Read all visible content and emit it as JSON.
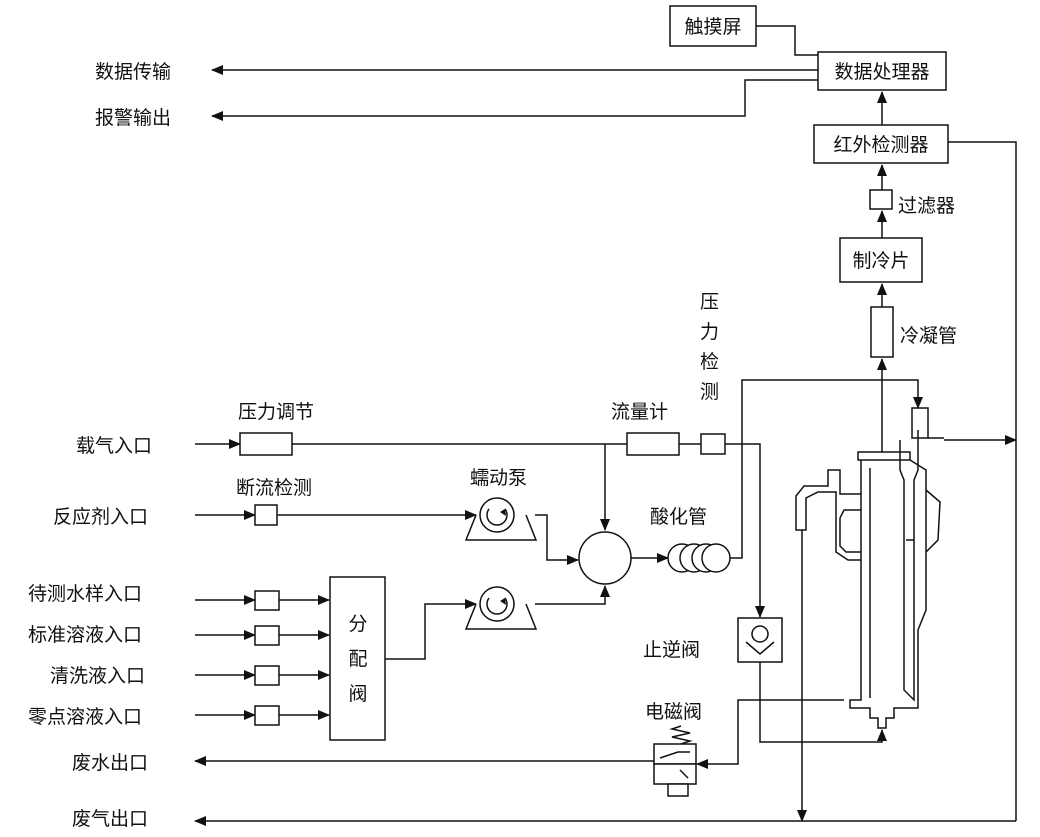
{
  "labels": {
    "touchscreen": "触摸屏",
    "data_processor": "数据处理器",
    "data_transmission": "数据传输",
    "alarm_output": "报警输出",
    "ir_detector": "红外检测器",
    "filter": "过滤器",
    "cooling_chip": "制冷片",
    "condenser": "冷凝管",
    "pressure_detect": [
      "压",
      "力",
      "检",
      "测"
    ],
    "pressure_regulation": "压力调节",
    "flowmeter": "流量计",
    "carrier_gas_inlet": "载气入口",
    "flow_break_detect": "断流检测",
    "peristaltic_pump": "蠕动泵",
    "reagent_inlet": "反应剂入口",
    "acidification_tube": "酸化管",
    "sample_inlet": "待测水样入口",
    "standard_inlet": "标准溶液入口",
    "cleaning_inlet": "清洗液入口",
    "zero_inlet": "零点溶液入口",
    "distribution_valve": [
      "分",
      "配",
      "阀"
    ],
    "check_valve": "止逆阀",
    "solenoid_valve": "电磁阀",
    "wastewater_outlet": "废水出口",
    "exhaust_outlet": "废气出口"
  }
}
